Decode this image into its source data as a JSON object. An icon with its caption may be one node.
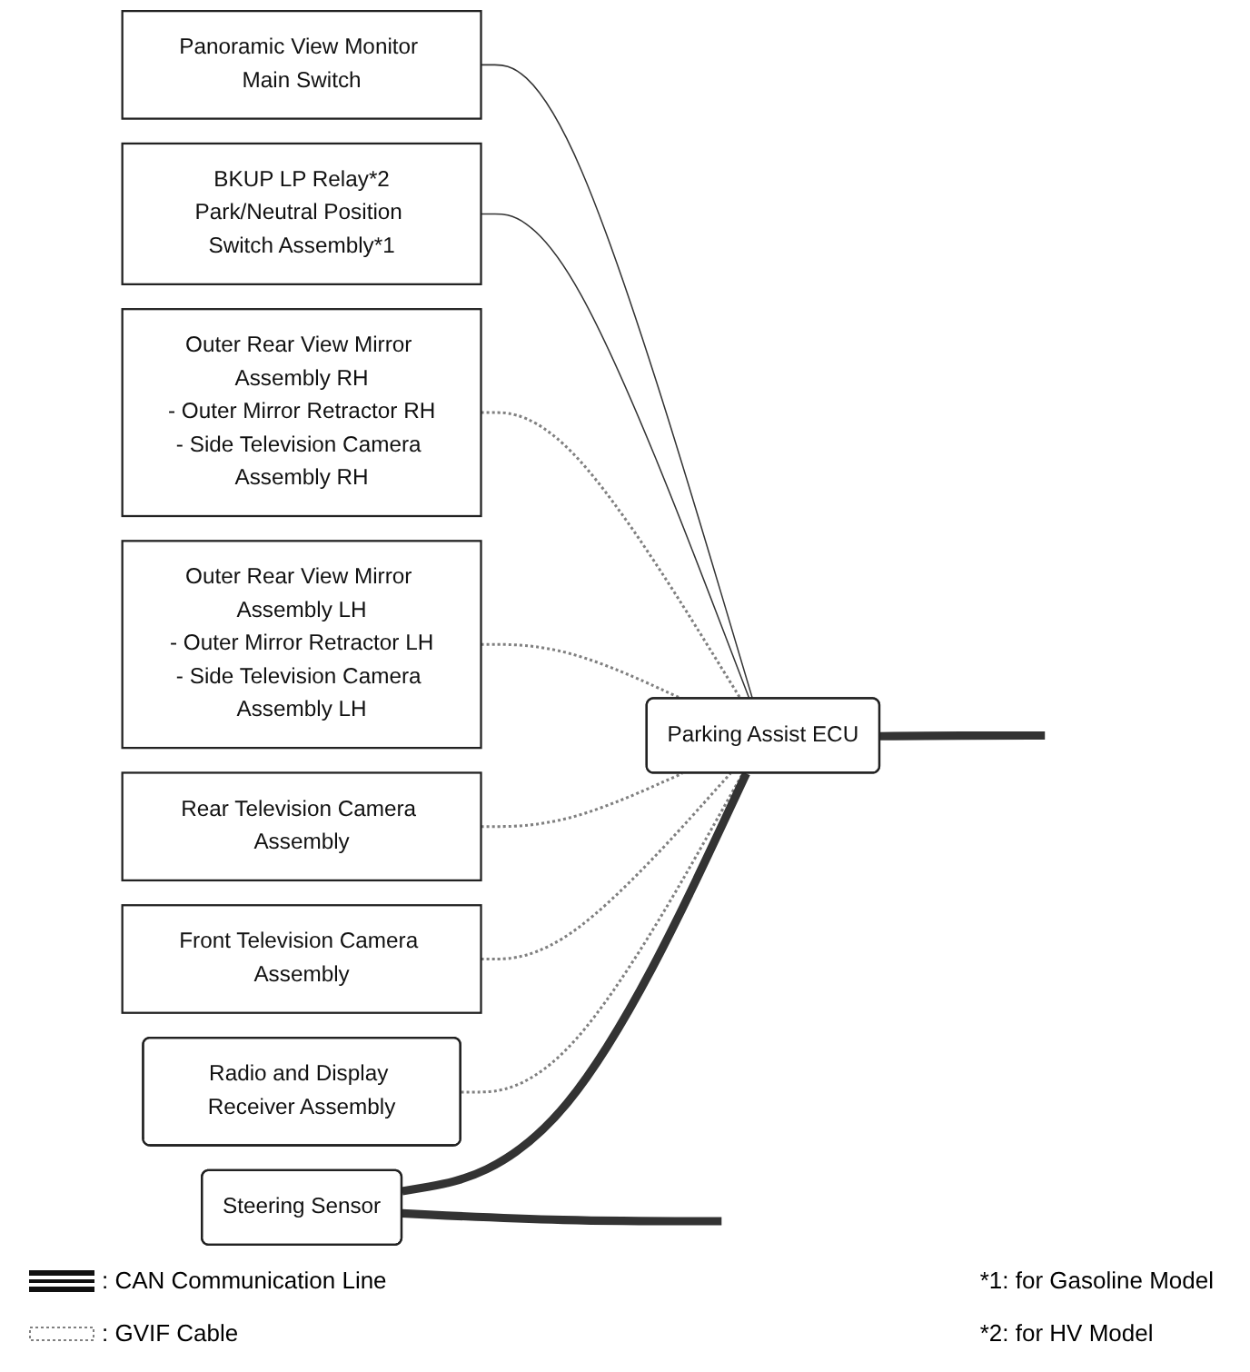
{
  "diagram": {
    "nodes": [
      {
        "text": [
          "Panoramic View Monitor Main Switch"
        ]
      },
      {
        "text": [
          "BKUP LP Relay*2",
          "Park/Neutral Position Switch Assembly*1"
        ]
      },
      {
        "text": [
          "Outer Rear View Mirror Assembly RH",
          "- Outer Mirror Retractor RH",
          "- Side Television Camera Assembly RH"
        ]
      },
      {
        "text": [
          "Outer Rear View Mirror Assembly LH",
          "- Outer Mirror Retractor LH",
          "- Side Television Camera Assembly LH"
        ]
      },
      {
        "text": [
          "Rear Television Camera Assembly"
        ]
      },
      {
        "text": [
          "Front Television Camera Assembly"
        ]
      },
      {
        "text": [
          "Radio and Display Receiver Assembly"
        ]
      },
      {
        "text": [
          "Steering Sensor"
        ]
      },
      {
        "text": [
          "Parking Assist ECU"
        ]
      }
    ],
    "edges": [
      {
        "from": 0,
        "to": 8,
        "arrow": "none"
      },
      {
        "from": 1,
        "to": 8,
        "arrow": "none"
      },
      {
        "from": 2,
        "to": 8,
        "arrow": "none",
        "style": "dashed",
        "color": "#808080"
      },
      {
        "from": 3,
        "to": 8,
        "arrow": "none",
        "style": "dashed",
        "color": "#808080"
      },
      {
        "from": 4,
        "to": 8,
        "arrow": "none",
        "style": "dashed",
        "color": "#808080"
      },
      {
        "from": 5,
        "to": 8,
        "arrow": "none",
        "style": "dashed",
        "color": "#808080"
      },
      {
        "from": 6,
        "to": 8,
        "arrow": "none",
        "style": "dashed",
        "color": "#808080"
      },
      {
        "from": 7,
        "to": 8,
        "arrow": "none",
        "style": "thick"
      },
      {
        "from": 7,
        "to": null,
        "arrow": "none",
        "style": "thick"
      },
      {
        "from": 8,
        "to": null,
        "arrow": "none",
        "style": "thick"
      }
    ],
    "labels": [
      "*1: for Gasoline Model",
      "*2: for HV Model"
    ],
    "legend": [
      {
        "text": ": CAN Communication Line"
      },
      {
        "text": ": GVIF Cable"
      }
    ]
  }
}
